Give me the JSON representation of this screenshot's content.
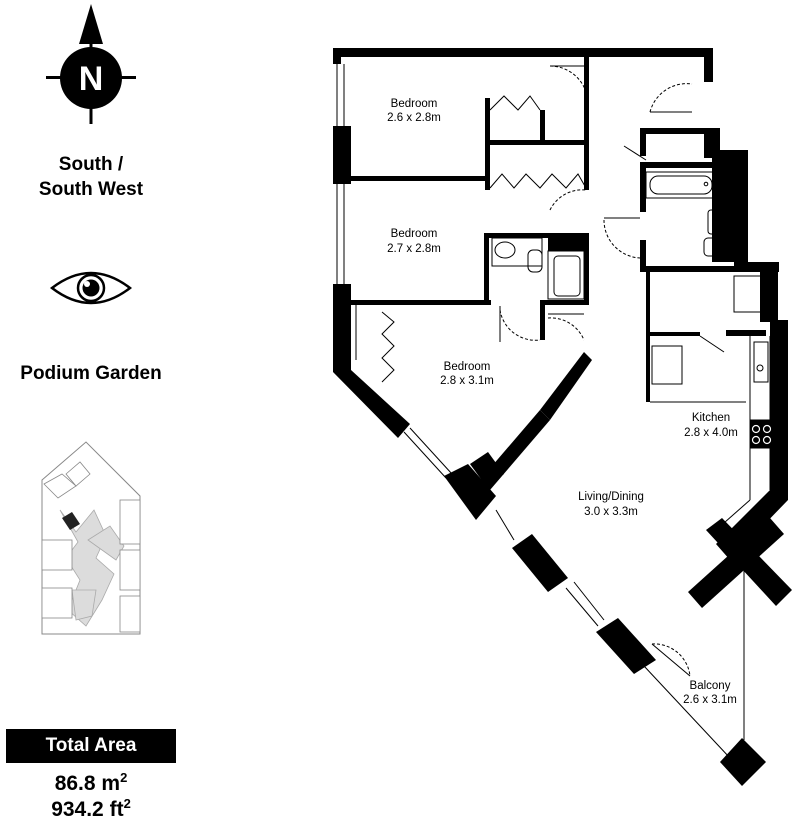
{
  "compass": {
    "letter": "N",
    "icon": "north-arrow-icon"
  },
  "orientation": {
    "line1": "South /",
    "line2": "South West"
  },
  "view": {
    "icon": "eye-icon",
    "label": "Podium Garden"
  },
  "keyplan": {
    "icon": "site-keyplan"
  },
  "total": {
    "title": "Total Area",
    "sqm_value": "86.8 m",
    "sqm_unit": "2",
    "sqft_value": "934.2 ft",
    "sqft_unit": "2"
  },
  "rooms": [
    {
      "id": "bedroom-1",
      "name": "Bedroom",
      "dims": "2.6 x 2.8m"
    },
    {
      "id": "bedroom-2",
      "name": "Bedroom",
      "dims": "2.7 x 2.8m"
    },
    {
      "id": "bedroom-3",
      "name": "Bedroom",
      "dims": "2.8 x 3.1m"
    },
    {
      "id": "kitchen",
      "name": "Kitchen",
      "dims": "2.8 x 4.0m"
    },
    {
      "id": "living",
      "name": "Living/Dining",
      "dims": "3.0 x 3.3m"
    },
    {
      "id": "balcony",
      "name": "Balcony",
      "dims": "2.6 x 3.1m"
    }
  ],
  "colors": {
    "wall": "#000000",
    "keyplan_fill": "#dcdcdc",
    "keyplan_line": "#888888"
  }
}
